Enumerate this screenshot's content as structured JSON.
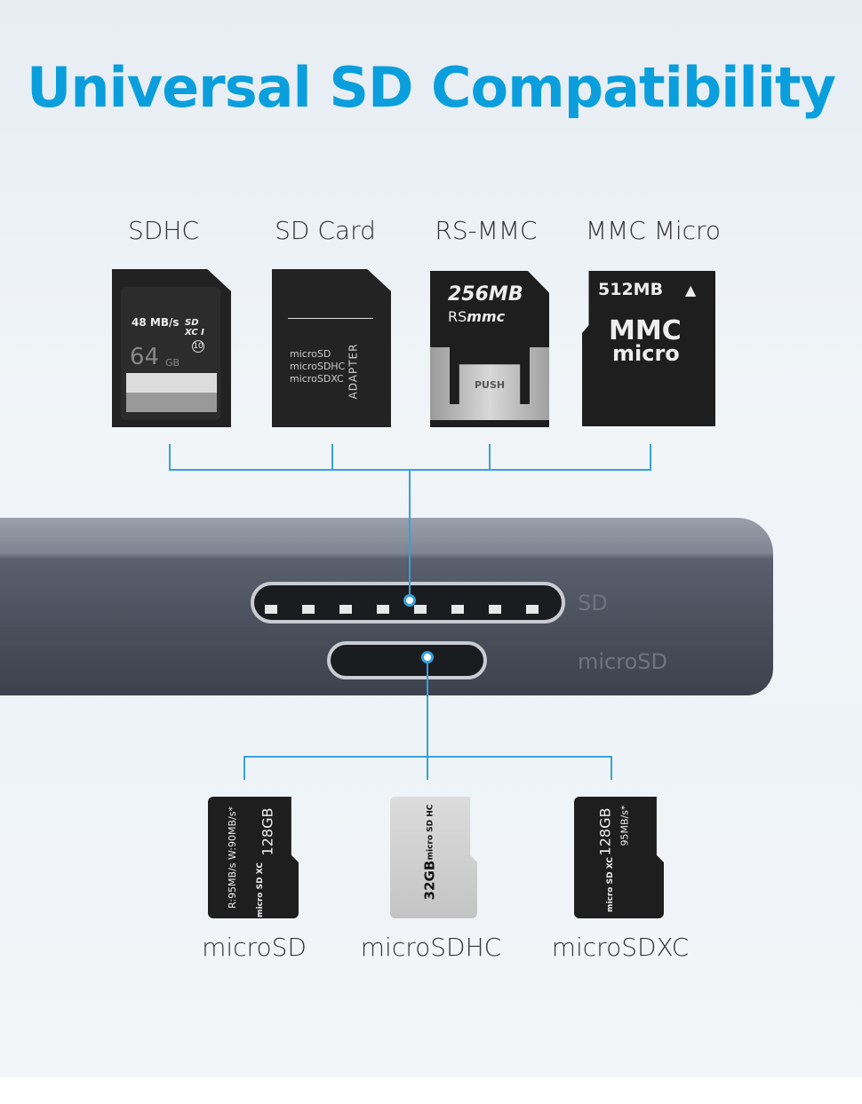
{
  "title": "Universal SD Compatibility",
  "top_cards": [
    {
      "label": "SDHC",
      "printed": {
        "speed": "48 MB/s",
        "logo": "SD XC I",
        "class": "10",
        "capacity": "64",
        "unit": "GB"
      }
    },
    {
      "label": "SD Card",
      "printed": {
        "lines": [
          "microSD",
          "microSDHC",
          "microSDXC"
        ],
        "side": "ADAPTER"
      }
    },
    {
      "label": "RS-MMC",
      "printed": {
        "capacity": "256MB",
        "brand_a": "RS",
        "brand_b": "mmc",
        "button": "PUSH"
      }
    },
    {
      "label": "MMC Micro",
      "printed": {
        "capacity": "512MB",
        "brand_a": "MMC",
        "brand_b": "micro"
      }
    }
  ],
  "device": {
    "slot_sd": "SD",
    "slot_microsd": "microSD"
  },
  "bottom_cards": [
    {
      "label": "microSD",
      "printed": {
        "speed": "R:95MB/s W:90MB/s*",
        "capacity": "128GB",
        "logo": "micro SD XC"
      }
    },
    {
      "label": "microSDHC",
      "printed": {
        "capacity": "32GB",
        "logo": "micro SD HC"
      }
    },
    {
      "label": "microSDXC",
      "printed": {
        "capacity": "128GB",
        "speed": "95MB/s*",
        "logo": "micro SD XC"
      }
    }
  ],
  "colors": {
    "accent": "#0a9fdc",
    "line": "#35a2da"
  }
}
